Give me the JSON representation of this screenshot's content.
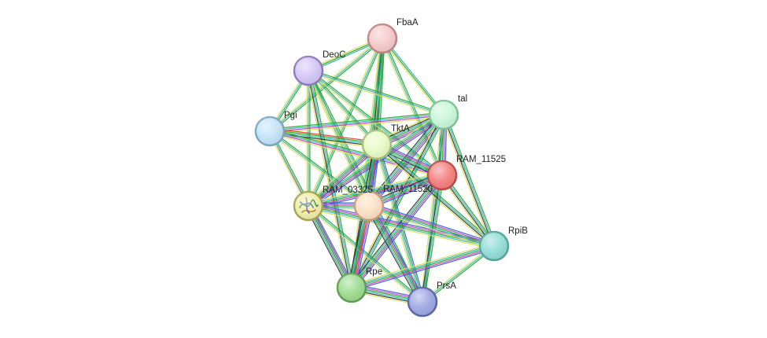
{
  "network": {
    "nodes": [
      {
        "id": "FbaA",
        "label": "FbaA",
        "color": "#f6c9c9",
        "stroke": "#c08585"
      },
      {
        "id": "DeoC",
        "label": "DeoC",
        "color": "#d4c6f7",
        "stroke": "#8f7dc0"
      },
      {
        "id": "tal",
        "label": "tal",
        "color": "#c8f7d8",
        "stroke": "#82c39a"
      },
      {
        "id": "Pgi",
        "label": "Pgi",
        "color": "#c4e4f8",
        "stroke": "#7eaac4"
      },
      {
        "id": "TktA",
        "label": "TktA",
        "color": "#e8fbc4",
        "stroke": "#a7c27f"
      },
      {
        "id": "RAM_11525",
        "label": "RAM_11525",
        "color": "#f57f7f",
        "stroke": "#bb4d4d"
      },
      {
        "id": "RAM_03325",
        "label": "RAM_03325",
        "color": "#eeeeaa",
        "stroke": "#a7a653",
        "structure": true
      },
      {
        "id": "RAM_11520",
        "label": "RAM_11520",
        "color": "#fde0c4",
        "stroke": "#c6a080"
      },
      {
        "id": "RpiB",
        "label": "RpiB",
        "color": "#92ddd6",
        "stroke": "#57a6a0"
      },
      {
        "id": "Rpe",
        "label": "Rpe",
        "color": "#9ddc8e",
        "stroke": "#5f9f52"
      },
      {
        "id": "PrsA",
        "label": "PrsA",
        "color": "#9ea7e3",
        "stroke": "#5d66a8"
      }
    ],
    "edges": [
      {
        "source": "FbaA",
        "target": "DeoC",
        "evidence": [
          "#3bb3ba",
          "#27a527",
          "#d7e05a"
        ]
      },
      {
        "source": "FbaA",
        "target": "tal",
        "evidence": [
          "#3bb3ba",
          "#27a527",
          "#d7e05a"
        ]
      },
      {
        "source": "FbaA",
        "target": "Pgi",
        "evidence": [
          "#27a527",
          "#3bb3ba",
          "#d7e05a"
        ]
      },
      {
        "source": "FbaA",
        "target": "TktA",
        "evidence": [
          "#27a527",
          "#3bb3ba",
          "#333333",
          "#d7e05a"
        ]
      },
      {
        "source": "FbaA",
        "target": "RAM_11525",
        "evidence": [
          "#27a527",
          "#3bb3ba",
          "#d7e05a"
        ]
      },
      {
        "source": "FbaA",
        "target": "RAM_03325",
        "evidence": [
          "#27a527",
          "#3bb3ba",
          "#d7e05a"
        ]
      },
      {
        "source": "FbaA",
        "target": "RAM_11520",
        "evidence": [
          "#27a527",
          "#3bb3ba",
          "#333333",
          "#d7e05a"
        ]
      },
      {
        "source": "FbaA",
        "target": "Rpe",
        "evidence": [
          "#27a527",
          "#3bb3ba",
          "#d7e05a"
        ]
      },
      {
        "source": "DeoC",
        "target": "Pgi",
        "evidence": [
          "#27a527",
          "#3bb3ba",
          "#d7e05a"
        ]
      },
      {
        "source": "DeoC",
        "target": "tal",
        "evidence": [
          "#27a527",
          "#3bb3ba",
          "#d7e05a"
        ]
      },
      {
        "source": "DeoC",
        "target": "TktA",
        "evidence": [
          "#27a527",
          "#3bb3ba",
          "#d7e05a"
        ]
      },
      {
        "source": "DeoC",
        "target": "RAM_11525",
        "evidence": [
          "#27a527",
          "#3bb3ba",
          "#d7e05a"
        ]
      },
      {
        "source": "DeoC",
        "target": "RAM_03325",
        "evidence": [
          "#27a527",
          "#3bb3ba",
          "#d7e05a"
        ]
      },
      {
        "source": "DeoC",
        "target": "RAM_11520",
        "evidence": [
          "#27a527",
          "#3bb3ba",
          "#d7e05a"
        ]
      },
      {
        "source": "DeoC",
        "target": "Rpe",
        "evidence": [
          "#27a527",
          "#3bb3ba",
          "#333333",
          "#d7e05a"
        ]
      },
      {
        "source": "DeoC",
        "target": "PrsA",
        "evidence": [
          "#27a527",
          "#3bb3ba",
          "#d7e05a"
        ]
      },
      {
        "source": "Pgi",
        "target": "tal",
        "evidence": [
          "#27a527",
          "#3bb3ba",
          "#c040c0",
          "#d7e05a"
        ]
      },
      {
        "source": "Pgi",
        "target": "TktA",
        "evidence": [
          "#e04040",
          "#27a527",
          "#3bb3ba",
          "#333333",
          "#d7e05a"
        ]
      },
      {
        "source": "Pgi",
        "target": "RAM_11525",
        "evidence": [
          "#27a527",
          "#3bb3ba",
          "#c040c0",
          "#d7e05a"
        ]
      },
      {
        "source": "Pgi",
        "target": "RAM_03325",
        "evidence": [
          "#e04040"
        ]
      },
      {
        "source": "Pgi",
        "target": "RAM_11520",
        "evidence": [
          "#27a527",
          "#3bb3ba",
          "#d7e05a"
        ]
      },
      {
        "source": "Pgi",
        "target": "Rpe",
        "evidence": [
          "#27a527",
          "#3bb3ba",
          "#d7e05a"
        ]
      },
      {
        "source": "tal",
        "target": "TktA",
        "evidence": [
          "#3a5ed8",
          "#c040c0",
          "#27a527",
          "#3bb3ba",
          "#333333",
          "#d7e05a"
        ]
      },
      {
        "source": "tal",
        "target": "RAM_11525",
        "evidence": [
          "#3a5ed8",
          "#c040c0",
          "#27a527",
          "#3bb3ba",
          "#333333"
        ]
      },
      {
        "source": "tal",
        "target": "RAM_03325",
        "evidence": [
          "#3a5ed8",
          "#c040c0",
          "#27a527",
          "#3bb3ba",
          "#d7e05a"
        ]
      },
      {
        "source": "tal",
        "target": "RAM_11520",
        "evidence": [
          "#3a5ed8",
          "#c040c0",
          "#27a527",
          "#3bb3ba",
          "#333333"
        ]
      },
      {
        "source": "tal",
        "target": "RpiB",
        "evidence": [
          "#27a527",
          "#3bb3ba",
          "#333333",
          "#d7e05a"
        ]
      },
      {
        "source": "tal",
        "target": "Rpe",
        "evidence": [
          "#27a527",
          "#3bb3ba",
          "#333333",
          "#d7e05a"
        ]
      },
      {
        "source": "tal",
        "target": "PrsA",
        "evidence": [
          "#27a527",
          "#3bb3ba",
          "#d7e05a"
        ]
      },
      {
        "source": "TktA",
        "target": "RAM_11525",
        "evidence": [
          "#3a5ed8",
          "#c040c0",
          "#27a527",
          "#3bb3ba",
          "#333333"
        ]
      },
      {
        "source": "TktA",
        "target": "RAM_03325",
        "evidence": [
          "#3a5ed8",
          "#c040c0",
          "#27a527",
          "#3bb3ba",
          "#d7e05a"
        ]
      },
      {
        "source": "TktA",
        "target": "RAM_11520",
        "evidence": [
          "#3a5ed8",
          "#c040c0",
          "#27a527",
          "#3bb3ba",
          "#333333"
        ]
      },
      {
        "source": "TktA",
        "target": "RpiB",
        "evidence": [
          "#27a527",
          "#3bb3ba",
          "#333333",
          "#d7e05a"
        ]
      },
      {
        "source": "TktA",
        "target": "Rpe",
        "evidence": [
          "#3a5ed8",
          "#c040c0",
          "#27a527",
          "#3bb3ba",
          "#333333"
        ]
      },
      {
        "source": "TktA",
        "target": "PrsA",
        "evidence": [
          "#3a5ed8",
          "#27a527",
          "#3bb3ba",
          "#d7e05a"
        ]
      },
      {
        "source": "RAM_11525",
        "target": "RAM_03325",
        "evidence": [
          "#3a5ed8",
          "#c040c0",
          "#27a527",
          "#3bb3ba",
          "#d7e05a"
        ]
      },
      {
        "source": "RAM_11525",
        "target": "RAM_11520",
        "evidence": [
          "#3a5ed8",
          "#c040c0",
          "#27a527",
          "#3bb3ba",
          "#333333"
        ]
      },
      {
        "source": "RAM_11525",
        "target": "RpiB",
        "evidence": [
          "#27a527",
          "#3bb3ba",
          "#333333",
          "#d7e05a"
        ]
      },
      {
        "source": "RAM_11525",
        "target": "Rpe",
        "evidence": [
          "#3a5ed8",
          "#c040c0",
          "#27a527",
          "#3bb3ba",
          "#333333"
        ]
      },
      {
        "source": "RAM_11525",
        "target": "PrsA",
        "evidence": [
          "#27a527",
          "#3bb3ba",
          "#333333"
        ]
      },
      {
        "source": "RAM_03325",
        "target": "RAM_11520",
        "evidence": [
          "#3a5ed8",
          "#c040c0",
          "#27a527",
          "#3bb3ba",
          "#d7e05a"
        ]
      },
      {
        "source": "RAM_03325",
        "target": "RpiB",
        "evidence": [
          "#3a5ed8",
          "#c040c0",
          "#27a527",
          "#3bb3ba",
          "#d7e05a"
        ]
      },
      {
        "source": "RAM_03325",
        "target": "Rpe",
        "evidence": [
          "#3a5ed8",
          "#c040c0",
          "#27a527",
          "#3bb3ba",
          "#333333"
        ]
      },
      {
        "source": "RAM_03325",
        "target": "PrsA",
        "evidence": [
          "#27a527",
          "#3bb3ba",
          "#d7e05a"
        ]
      },
      {
        "source": "RAM_11520",
        "target": "RpiB",
        "evidence": [
          "#3a5ed8",
          "#c040c0",
          "#27a527",
          "#3bb3ba",
          "#d7e05a"
        ]
      },
      {
        "source": "RAM_11520",
        "target": "Rpe",
        "evidence": [
          "#3a5ed8",
          "#c040c0",
          "#e04040",
          "#27a527",
          "#3bb3ba",
          "#333333"
        ]
      },
      {
        "source": "RAM_11520",
        "target": "PrsA",
        "evidence": [
          "#3a5ed8",
          "#c040c0",
          "#27a527",
          "#3bb3ba",
          "#333333"
        ]
      },
      {
        "source": "RpiB",
        "target": "Rpe",
        "evidence": [
          "#3a5ed8",
          "#c040c0",
          "#27a527",
          "#3bb3ba",
          "#d7e05a"
        ]
      },
      {
        "source": "RpiB",
        "target": "PrsA",
        "evidence": [
          "#27a527",
          "#3bb3ba",
          "#d7e05a"
        ]
      },
      {
        "source": "Rpe",
        "target": "PrsA",
        "evidence": [
          "#3a5ed8",
          "#c040c0",
          "#27a527",
          "#3bb3ba",
          "#333333",
          "#d7e05a"
        ]
      }
    ]
  }
}
